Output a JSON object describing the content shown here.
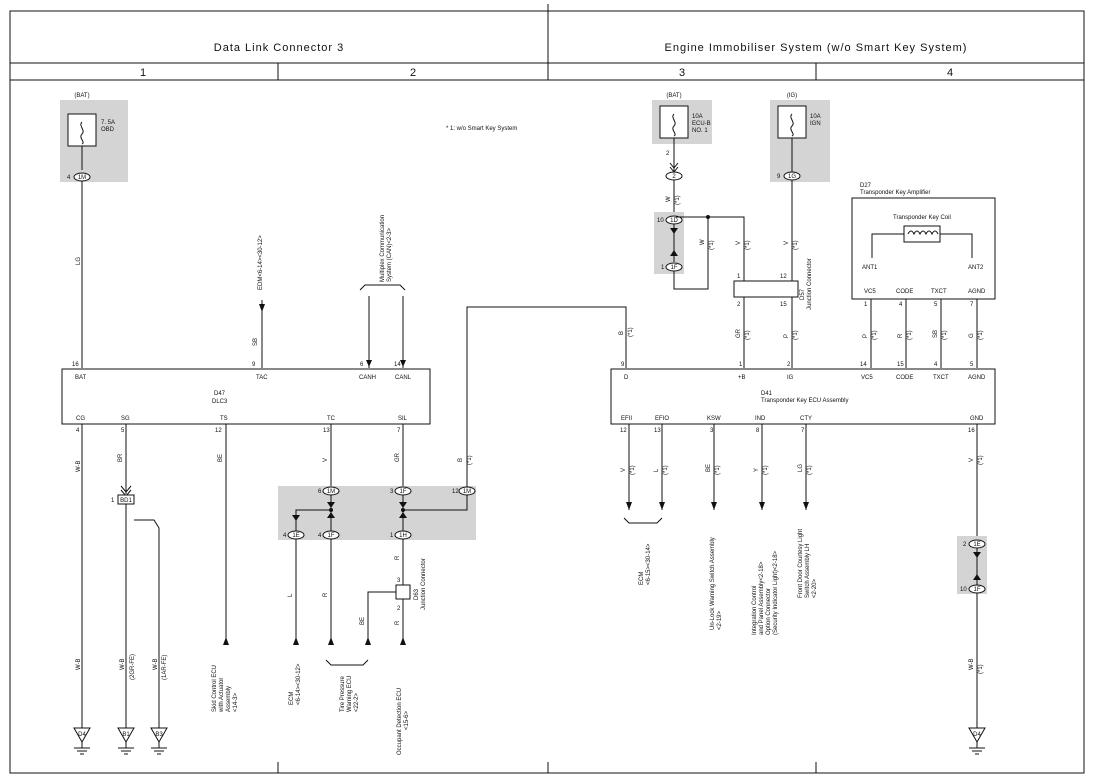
{
  "header": {
    "left_title": "Data Link Connector 3",
    "right_title": "Engine Immobiliser System (w/o Smart Key System)"
  },
  "columns": [
    "1",
    "2",
    "3",
    "4"
  ],
  "note": "* 1: w/o Smart Key System",
  "fuses": [
    {
      "source": "(BAT)",
      "rating": "7. 5A",
      "name": "OBD",
      "connector": "1M",
      "pin": "4"
    },
    {
      "source": "(BAT)",
      "rating": "10A",
      "name": "ECU-B",
      "name2": "NO. 1",
      "pin_top": "2",
      "connector": "2",
      "pin": ""
    },
    {
      "source": "(IG)",
      "rating": "10A",
      "name": "IGN",
      "connector": "1G",
      "pin": "9"
    }
  ],
  "dlc3": {
    "id": "D47",
    "name": "DLC3",
    "top_pins": [
      {
        "pin": "16",
        "name": "BAT"
      },
      {
        "pin": "9",
        "name": "TAC"
      },
      {
        "pin": "6",
        "name": "CANH"
      },
      {
        "pin": "14",
        "name": "CANL"
      }
    ],
    "bottom_pins": [
      {
        "pin": "4",
        "name": "CG"
      },
      {
        "pin": "5",
        "name": "SG"
      },
      {
        "pin": "12",
        "name": "TS"
      },
      {
        "pin": "13",
        "name": "TC"
      },
      {
        "pin": "7",
        "name": "SIL"
      }
    ]
  },
  "ecu": {
    "id": "D41",
    "name": "Transponder Key ECU Assembly",
    "top_pins": [
      {
        "pin": "9",
        "name": "D"
      },
      {
        "pin": "1",
        "name": "+B"
      },
      {
        "pin": "2",
        "name": "IG"
      },
      {
        "pin": "14",
        "name": "VC5"
      },
      {
        "pin": "15",
        "name": "CODE"
      },
      {
        "pin": "4",
        "name": "TXCT"
      },
      {
        "pin": "5",
        "name": "AGND"
      }
    ],
    "bottom_pins": [
      {
        "pin": "12",
        "name": "EFII"
      },
      {
        "pin": "13",
        "name": "EFIO"
      },
      {
        "pin": "3",
        "name": "KSW"
      },
      {
        "pin": "8",
        "name": "IND"
      },
      {
        "pin": "7",
        "name": "CTY"
      },
      {
        "pin": "16",
        "name": "GND"
      }
    ]
  },
  "amplifier": {
    "id": "D27",
    "name": "Transponder Key Amplifier",
    "coil": "Transponder Key Coil",
    "ant1": "ANT1",
    "ant2": "ANT2",
    "pins": [
      {
        "pin": "1",
        "name": "VC5"
      },
      {
        "pin": "4",
        "name": "CODE"
      },
      {
        "pin": "5",
        "name": "TXCT"
      },
      {
        "pin": "7",
        "name": "AGND"
      }
    ]
  },
  "junction_d57": {
    "id": "D57",
    "name": "Junction Connector",
    "pins_top": [
      "1",
      "12"
    ],
    "pins_bottom": [
      "2",
      "15"
    ]
  },
  "junction_d63": {
    "id": "D63",
    "name": "Junction Connector",
    "pins": [
      "3",
      "2"
    ]
  },
  "wire_colors": {
    "lg": "LG",
    "sb": "SB",
    "wb": "W-B",
    "br": "BR",
    "be": "BE",
    "v": "V",
    "gr": "GR",
    "b": "B",
    "l": "L",
    "r": "R",
    "w": "W",
    "p": "P",
    "y": "Y",
    "g": "G",
    "star1": "(*1)"
  },
  "connectors_shaded_2": {
    "c1M": "1M",
    "c1F": "1F",
    "c1M2": "1M",
    "c1E": "1E",
    "c1F2": "1F",
    "c1H": "1H",
    "p6": "6",
    "p3": "3",
    "p12": "12",
    "p4a": "4",
    "p4b": "4",
    "p1": "1"
  },
  "connectors_col3": {
    "c1D": "1D",
    "c1F": "1F",
    "p10": "10",
    "p1": "1"
  },
  "connectors_col4": {
    "c1E": "1E",
    "c1F": "1F",
    "p2": "2",
    "p10": "10"
  },
  "bd1": {
    "pin": "1",
    "name": "BD1"
  },
  "grounds": [
    "D4",
    "B1",
    "B3",
    "D4"
  ],
  "ground_notes": {
    "b1": "(2GR-FE)",
    "b3": "(1AR-FE)"
  },
  "destinations": {
    "edm": "EDM<6-14><30-12>",
    "multiplex": "Multiplex Communication",
    "multiplex2": "System (CAN)<2-3>",
    "skid": [
      "Skid Control ECU",
      "with Actuator",
      "Assembly",
      "<14-3>"
    ],
    "ecm_l": [
      "ECM",
      "<6-14><30-12>"
    ],
    "tire": [
      "Tire Pressure",
      "Warning ECU",
      "<22-2>"
    ],
    "occupant": [
      "Occupant Detection ECU",
      "<15-6>"
    ],
    "ecm_r": [
      "ECM",
      "<6-15><30-14>"
    ],
    "unlock": [
      "Un-Lock Warning Switch Assembly",
      "<2-19>"
    ],
    "integration": [
      "Integration Control",
      "and Panel Assembly<2-18>",
      "Option Connector",
      "(Security Indicator Light)<2-18>"
    ],
    "door": [
      "Front Door Courtesy Light",
      "Switch Assembly LH",
      "<2-20>"
    ]
  }
}
